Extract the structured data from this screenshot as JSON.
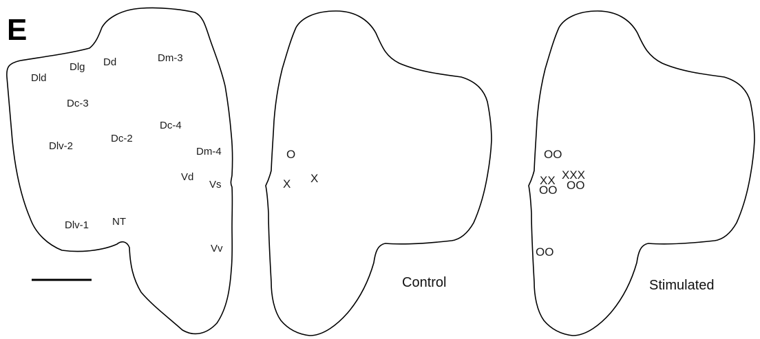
{
  "panel_letter": "E",
  "sections": [
    {
      "caption": "",
      "labels": [
        "Dld",
        "Dlg",
        "Dd",
        "Dm-3",
        "Dc-3",
        "Dc-4",
        "Dlv-2",
        "Dc-2",
        "Dm-4",
        "Vd",
        "Vs",
        "Dlv-1",
        "NT",
        "Vv"
      ]
    },
    {
      "caption": "Control",
      "markers": [
        "O",
        "X",
        "X"
      ]
    },
    {
      "caption": "Stimulated",
      "markers": [
        "OO",
        "XX",
        "XXX",
        "OO",
        "OO",
        "OO"
      ]
    }
  ]
}
